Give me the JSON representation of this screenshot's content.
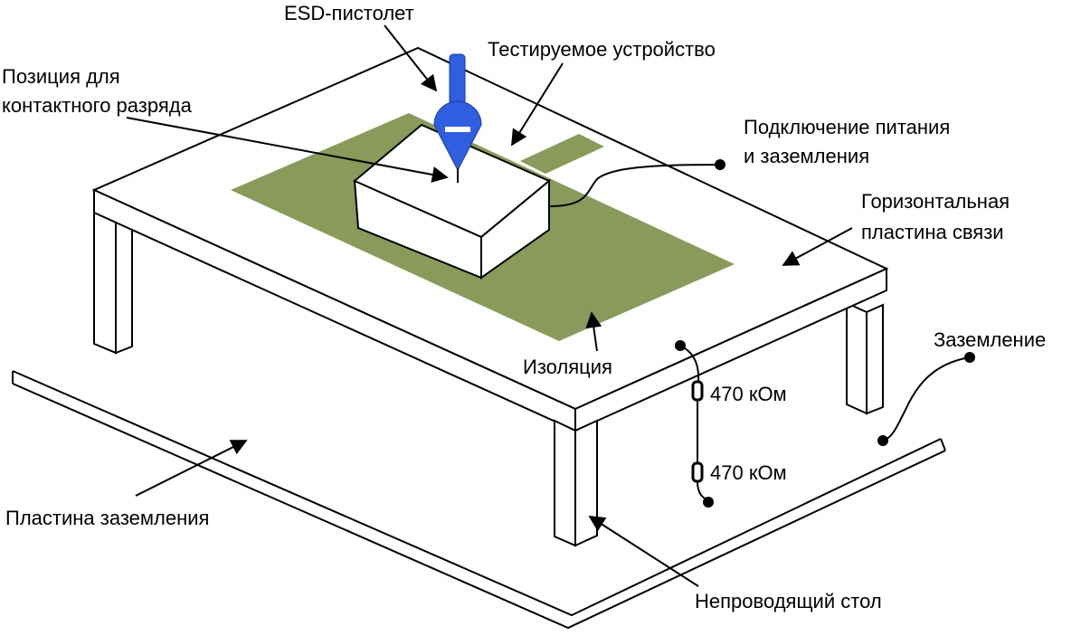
{
  "labels": {
    "esd_gun": "ESD-пистолет",
    "contact_position_line1": "Позиция для",
    "contact_position_line2": "контактного разряда",
    "device_under_test": "Тестируемое устройство",
    "power_ground_line1": "Подключение питания",
    "power_ground_line2": "и заземления",
    "hcp_line1": "Горизонтальная",
    "hcp_line2": "пластина связи",
    "ground": "Заземление",
    "insulation": "Изоляция",
    "resistor_1": "470 кОм",
    "resistor_2": "470 кОм",
    "ground_plane": "Пластина заземления",
    "nonconductive_table": "Непроводящий стол"
  },
  "colors": {
    "insulation": "#8a9a5b",
    "esd_gun": "#2f5fe0",
    "line": "#000000",
    "fill": "#ffffff"
  }
}
